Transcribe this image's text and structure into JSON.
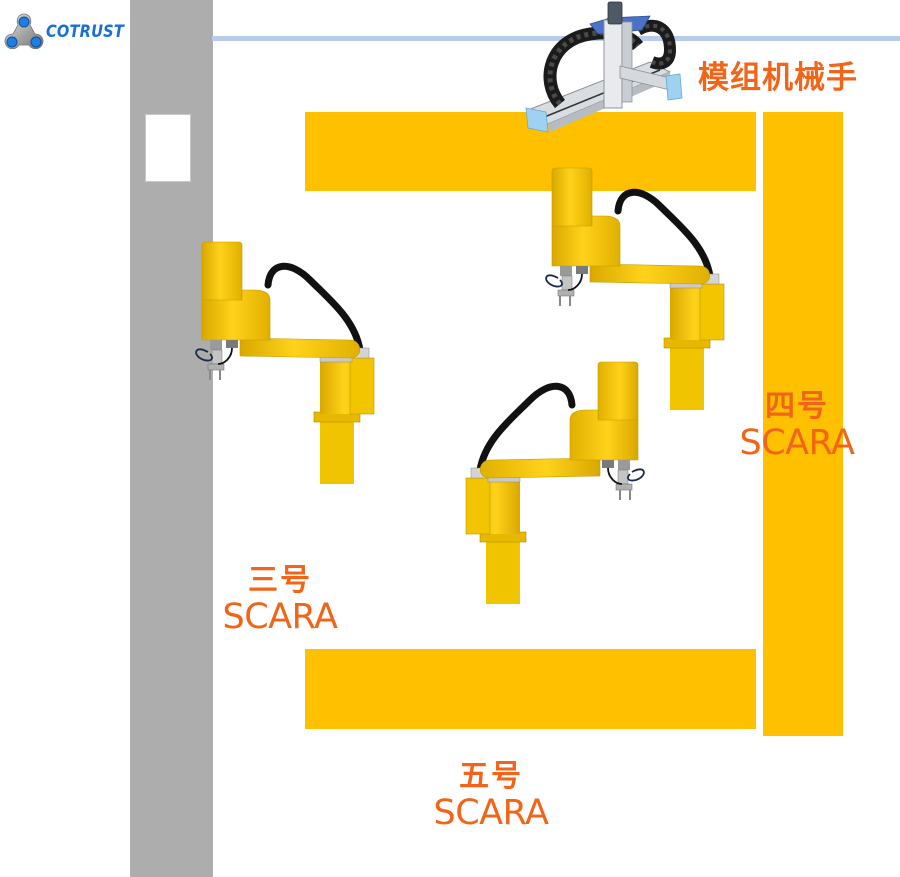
{
  "logo": {
    "brand_name": "COTRUST",
    "icon": "cotrust-chain-link-icon",
    "brand_color": "#1a6fd4"
  },
  "header": {
    "line_color": "#b8cbea"
  },
  "module_robot": {
    "title": "模组机械手",
    "icon": "gantry-module-robot-image",
    "title_color": "#f26418"
  },
  "layout": {
    "wall_color": "#adadad",
    "conveyor_color": "#ffc000",
    "conveyors": [
      {
        "id": "top",
        "label": ""
      },
      {
        "id": "bottom",
        "label": ""
      },
      {
        "id": "right",
        "label": ""
      }
    ]
  },
  "robots": [
    {
      "id": "scara-3",
      "label_cn": "三号",
      "label_en": "SCARA",
      "icon": "scara-robot-image"
    },
    {
      "id": "scara-4",
      "label_cn": "四号",
      "label_en": "SCARA",
      "icon": "scara-robot-image"
    },
    {
      "id": "scara-5",
      "label_cn": "五号",
      "label_en": "SCARA",
      "icon": "scara-robot-image"
    }
  ]
}
